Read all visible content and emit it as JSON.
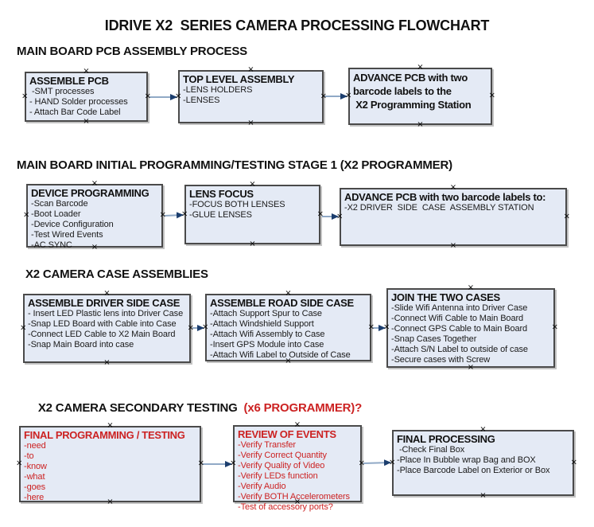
{
  "title": "IDRIVE X2  SERIES CAMERA PROCESSING FLOWCHART",
  "colors": {
    "box_fill": "#e4eaf5",
    "box_border": "#4a4a4a",
    "arrow_line": "#90a9c6",
    "arrow_head": "#1c3e6e",
    "red_text": "#cc2222",
    "black_text": "#111111"
  },
  "icons": {
    "handle_glyph": "×"
  },
  "sections": [
    {
      "heading": "MAIN BOARD PCB ASSEMBLY PROCESS",
      "boxes": [
        {
          "title": "ASSEMBLE PCB",
          "lines": [
            " -SMT processes",
            "- HAND Solder processes",
            "- Attach Bar Code Label"
          ]
        },
        {
          "title": "TOP LEVEL ASSEMBLY",
          "lines": [
            "-LENS HOLDERS",
            "-LENSES"
          ]
        },
        {
          "title": "ADVANCE PCB with two\nbarcode labels to the\n X2 Programming Station",
          "lines": []
        }
      ]
    },
    {
      "heading": "MAIN BOARD INITIAL PROGRAMMING/TESTING STAGE 1 (X2 PROGRAMMER)",
      "boxes": [
        {
          "title": "DEVICE PROGRAMMING",
          "lines": [
            "-Scan Barcode",
            "-Boot Loader",
            "-Device Configuration",
            "-Test Wired Events",
            "-AC SYNC"
          ]
        },
        {
          "title": "LENS FOCUS",
          "lines": [
            "-FOCUS BOTH LENSES",
            "-GLUE LENSES"
          ]
        },
        {
          "title": "ADVANCE PCB with two barcode labels to:",
          "lines": [
            "-X2 DRIVER  SIDE  CASE  ASSEMBLY STATION"
          ]
        }
      ]
    },
    {
      "heading": "X2 CAMERA CASE ASSEMBLIES",
      "boxes": [
        {
          "title": "ASSEMBLE DRIVER SIDE CASE",
          "lines": [
            "- Insert LED Plastic lens into Driver Case",
            "-Snap LED Board with Cable into Case",
            "-Connect LED Cable to X2 Main Board",
            "-Snap Main Board into case"
          ]
        },
        {
          "title": "ASSEMBLE ROAD SIDE CASE",
          "lines": [
            "-Attach Support Spur to Case",
            "-Attach Windshield Support",
            "-Attach Wifi Assembly to Case",
            "-Insert GPS Module into Case",
            "-Attach Wifi Label to Outside of Case"
          ]
        },
        {
          "title": "JOIN THE TWO CASES",
          "lines": [
            "-Slide Wifi Antenna into Driver Case",
            "-Connect Wifi Cable to Main Board",
            "-Connect GPS Cable to Main Board",
            "-Snap Cases Together",
            "-Attach S/N Label to outside of case",
            "-Secure cases with Screw"
          ]
        }
      ]
    },
    {
      "heading": "X2 CAMERA SECONDARY TESTING ",
      "heading_red": " (x6 PROGRAMMER)?",
      "boxes": [
        {
          "title": "FINAL PROGRAMMING / TESTING",
          "lines": [
            "-need",
            "-to",
            "-know",
            "-what",
            "-goes",
            "-here"
          ]
        },
        {
          "title": "REVIEW OF EVENTS",
          "lines": [
            "-Verify Transfer",
            "-Verify Correct Quantity",
            "-Verify Quality of Video",
            "-Verify LEDs function",
            "-Verify Audio",
            "-Verify BOTH Accelerometers",
            "-Test of accessory ports?"
          ]
        },
        {
          "title": "FINAL PROCESSING",
          "lines": [
            " -Check Final Box",
            "-Place In Bubble wrap Bag and BOX",
            "-Place Barcode Label on Exterior or Box"
          ]
        }
      ]
    }
  ]
}
